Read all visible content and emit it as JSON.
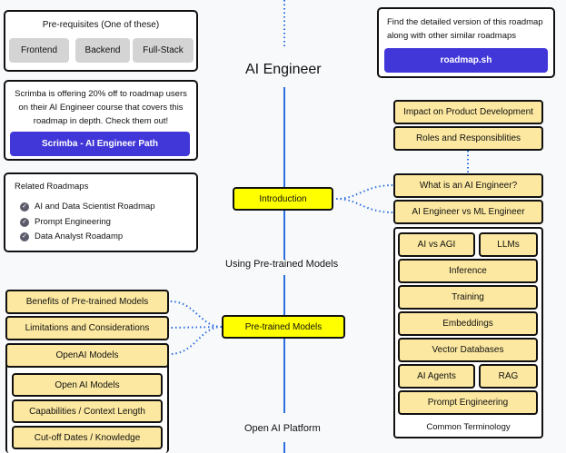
{
  "title": "AI Engineer",
  "prerequisites": {
    "heading": "Pre-requisites (One of these)",
    "options": [
      "Frontend",
      "Backend",
      "Full-Stack"
    ]
  },
  "promo": {
    "text": "Scrimba is offering 20% off to roadmap users on their AI Engineer course that covers this roadmap in depth. Check them out!",
    "button_label": "Scrimba - AI Engineer Path"
  },
  "related": {
    "heading": "Related Roadmaps",
    "items": [
      "AI and Data Scientist Roadmap",
      "Prompt Engineering",
      "Data Analyst Roadamp"
    ]
  },
  "detailed": {
    "text": "Find the detailed version of this roadmap along with other similar roadmaps",
    "button_label": "roadmap.sh"
  },
  "sections": {
    "introduction": {
      "label": "Introduction",
      "top_items": [
        "Impact on Product Development",
        "Roles and Responsiblities"
      ],
      "side_items": [
        "What is an AI Engineer?",
        "AI Engineer vs ML Engineer"
      ]
    },
    "terminology": {
      "label": "Common Terminology",
      "items": [
        "AI vs AGI",
        "LLMs",
        "Inference",
        "Training",
        "Embeddings",
        "Vector Databases",
        "AI Agents",
        "RAG",
        "Prompt Engineering"
      ]
    },
    "pretrained_heading": "Using Pre-trained Models",
    "pretrained": {
      "label": "Pre-trained Models",
      "items": [
        "Benefits of Pre-trained Models",
        "Limitations and Considerations"
      ],
      "openai_group": {
        "label": "OpenAI Models",
        "items": [
          "Open AI Models",
          "Capabilities / Context Length",
          "Cut-off Dates / Knowledge"
        ]
      }
    },
    "openai_platform_heading": "Open AI Platform"
  },
  "colors": {
    "topic": "#ffff00",
    "subtopic": "#fce8a0",
    "accent": "#4137d8",
    "line": "#2b6fe0"
  }
}
